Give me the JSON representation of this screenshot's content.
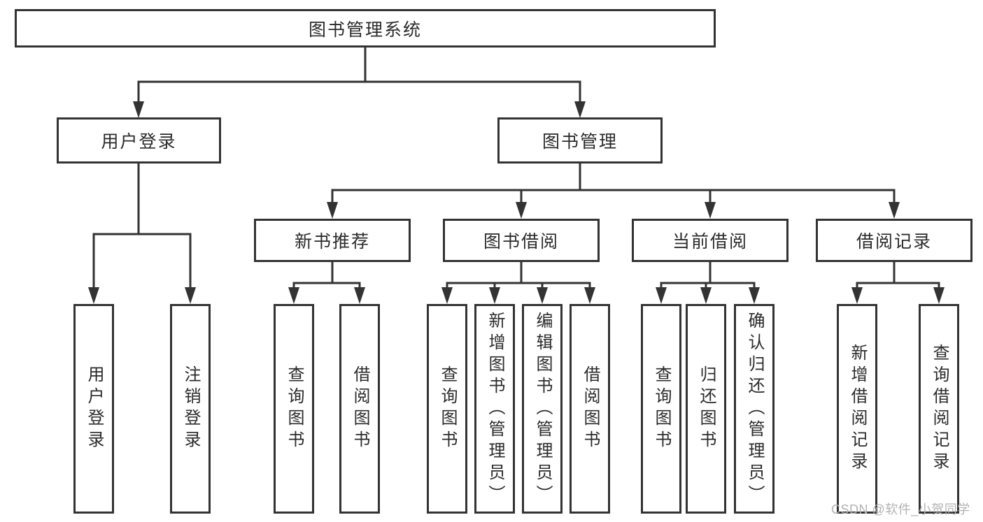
{
  "diagram": {
    "type": "tree",
    "root": {
      "label": "图书管理系统",
      "children": [
        {
          "label": "用户登录",
          "children": [
            {
              "label": "用户登录"
            },
            {
              "label": "注销登录"
            }
          ]
        },
        {
          "label": "图书管理",
          "children": [
            {
              "label": "新书推荐",
              "children": [
                {
                  "label": "查询图书"
                },
                {
                  "label": "借阅图书"
                }
              ]
            },
            {
              "label": "图书借阅",
              "children": [
                {
                  "label": "查询图书"
                },
                {
                  "label": "新增图书（管理员）"
                },
                {
                  "label": "编辑图书（管理员）"
                },
                {
                  "label": "借阅图书"
                }
              ]
            },
            {
              "label": "当前借阅",
              "children": [
                {
                  "label": "查询图书"
                },
                {
                  "label": "归还图书"
                },
                {
                  "label": "确认归还（管理员）"
                }
              ]
            },
            {
              "label": "借阅记录",
              "children": [
                {
                  "label": "新增借阅记录"
                },
                {
                  "label": "查询借阅记录"
                }
              ]
            }
          ]
        }
      ]
    }
  },
  "watermark": "CSDN @软件_小贺同学",
  "colors": {
    "line": "#333333",
    "box_border": "#333333",
    "text": "#2b2b2b",
    "watermark": "#b3b3b3",
    "background": "#ffffff"
  }
}
